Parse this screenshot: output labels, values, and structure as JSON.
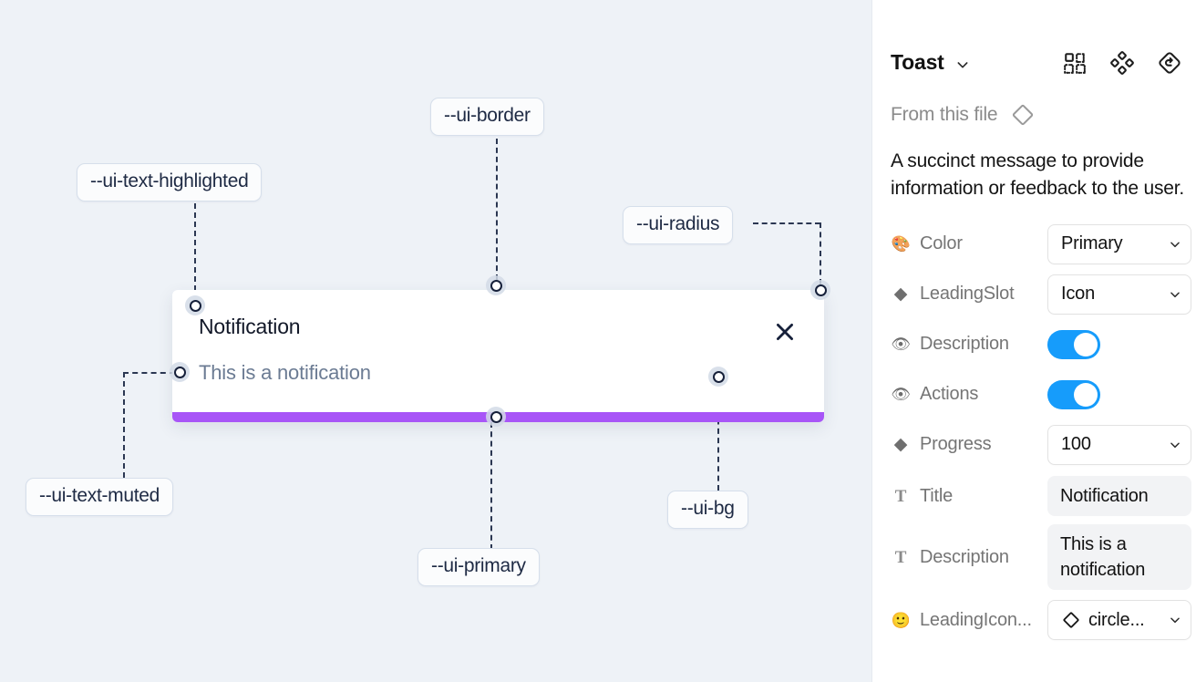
{
  "canvas": {
    "background_color": "#eef2f7",
    "toast": {
      "title": "Notification",
      "description": "This is a notification",
      "close_icon": "close-x-icon",
      "progress_color": "#a855f7",
      "background_color": "#ffffff"
    },
    "annotations": [
      {
        "id": "text-highlighted",
        "label": "--ui-text-highlighted"
      },
      {
        "id": "border",
        "label": "--ui-border"
      },
      {
        "id": "radius",
        "label": "--ui-radius"
      },
      {
        "id": "text-muted",
        "label": "--ui-text-muted"
      },
      {
        "id": "primary",
        "label": "--ui-primary"
      },
      {
        "id": "bg",
        "label": "--ui-bg"
      }
    ]
  },
  "panel": {
    "title": "Toast",
    "title_caret_icon": "chevron-down-icon",
    "header_icons": [
      {
        "name": "component-set-icon"
      },
      {
        "name": "variants-cluster-icon"
      },
      {
        "name": "reset-instance-icon"
      }
    ],
    "from_file_label": "From this file",
    "from_file_icon": "diamond-outline-icon",
    "description": "A succinct message to provide information or feedback to the user.",
    "properties": [
      {
        "icon": "🎨",
        "icon_name": "palette-emoji-icon",
        "label": "Color",
        "control": "select",
        "value": "Primary"
      },
      {
        "icon": "◆",
        "icon_name": "diamond-solid-icon",
        "label": "LeadingSlot",
        "control": "select",
        "value": "Icon"
      },
      {
        "icon": "👁",
        "icon_name": "eye-emoji-icon",
        "label": "Description",
        "control": "toggle",
        "value": "on"
      },
      {
        "icon": "👁",
        "icon_name": "eye-emoji-icon",
        "label": "Actions",
        "control": "toggle",
        "value": "on"
      },
      {
        "icon": "◆",
        "icon_name": "diamond-solid-icon",
        "label": "Progress",
        "control": "select",
        "value": "100"
      },
      {
        "icon": "T",
        "icon_name": "text-type-icon",
        "label": "Title",
        "control": "text",
        "value": "Notification"
      },
      {
        "icon": "T",
        "icon_name": "text-type-icon",
        "label": "Description",
        "control": "text",
        "value": "This is a notification"
      },
      {
        "icon": "🙂",
        "icon_name": "smiley-emoji-icon",
        "label": "LeadingIcon...",
        "control": "icon-select",
        "value": "circle..."
      }
    ]
  },
  "colors": {
    "accent_purple": "#a855f7",
    "toggle_blue": "#169cfb",
    "canvas_bg": "#eef2f7",
    "text_dark": "#121828",
    "text_muted": "#6b7b93"
  }
}
